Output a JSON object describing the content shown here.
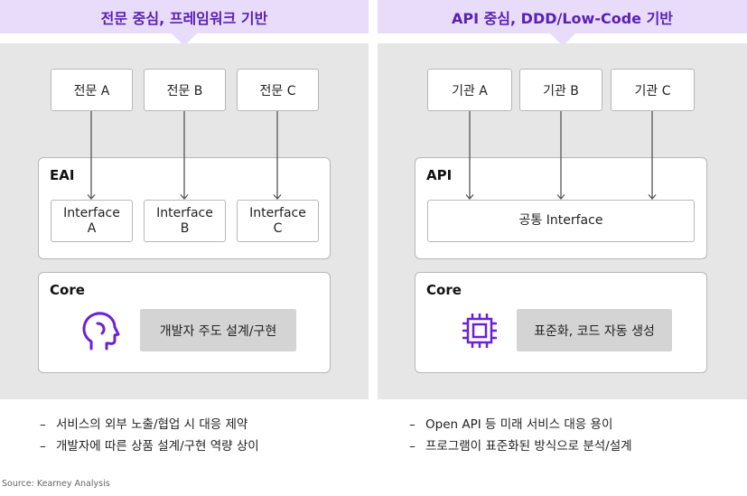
{
  "left": {
    "header": "전문 중심, 프레임워크 기반",
    "sources": [
      "전문 A",
      "전문 B",
      "전문 C"
    ],
    "eai": {
      "title": "EAI",
      "interfaces": [
        "Interface\nA",
        "Interface\nB",
        "Interface\nC"
      ]
    },
    "core": {
      "title": "Core",
      "icon": "head-icon",
      "label": "개발자 주도 설계/구현"
    },
    "bullets": [
      "서비스의 외부 노출/협업 시 대응 제약",
      "개발자에 따른 상품 설계/구현 역량 상이"
    ]
  },
  "right": {
    "header": "API 중심, DDD/Low-Code 기반",
    "sources": [
      "기관 A",
      "기관 B",
      "기관 C"
    ],
    "api": {
      "title": "API",
      "interface": "공통 Interface"
    },
    "core": {
      "title": "Core",
      "icon": "chip-icon",
      "label": "표준화, 코드 자동 생성"
    },
    "bullets": [
      "Open API 등 미래 서비스 대응 용이",
      "프로그램이 표준화된 방식으로 분석/설계"
    ]
  },
  "bullet_marker": "–",
  "source_note": "Source: Kearney Analysis",
  "colors": {
    "accent": "#6b21d6",
    "header_bg": "#e8dcfa",
    "panel_bg": "#e6e6e6",
    "tag_bg": "#d4d4d4"
  }
}
